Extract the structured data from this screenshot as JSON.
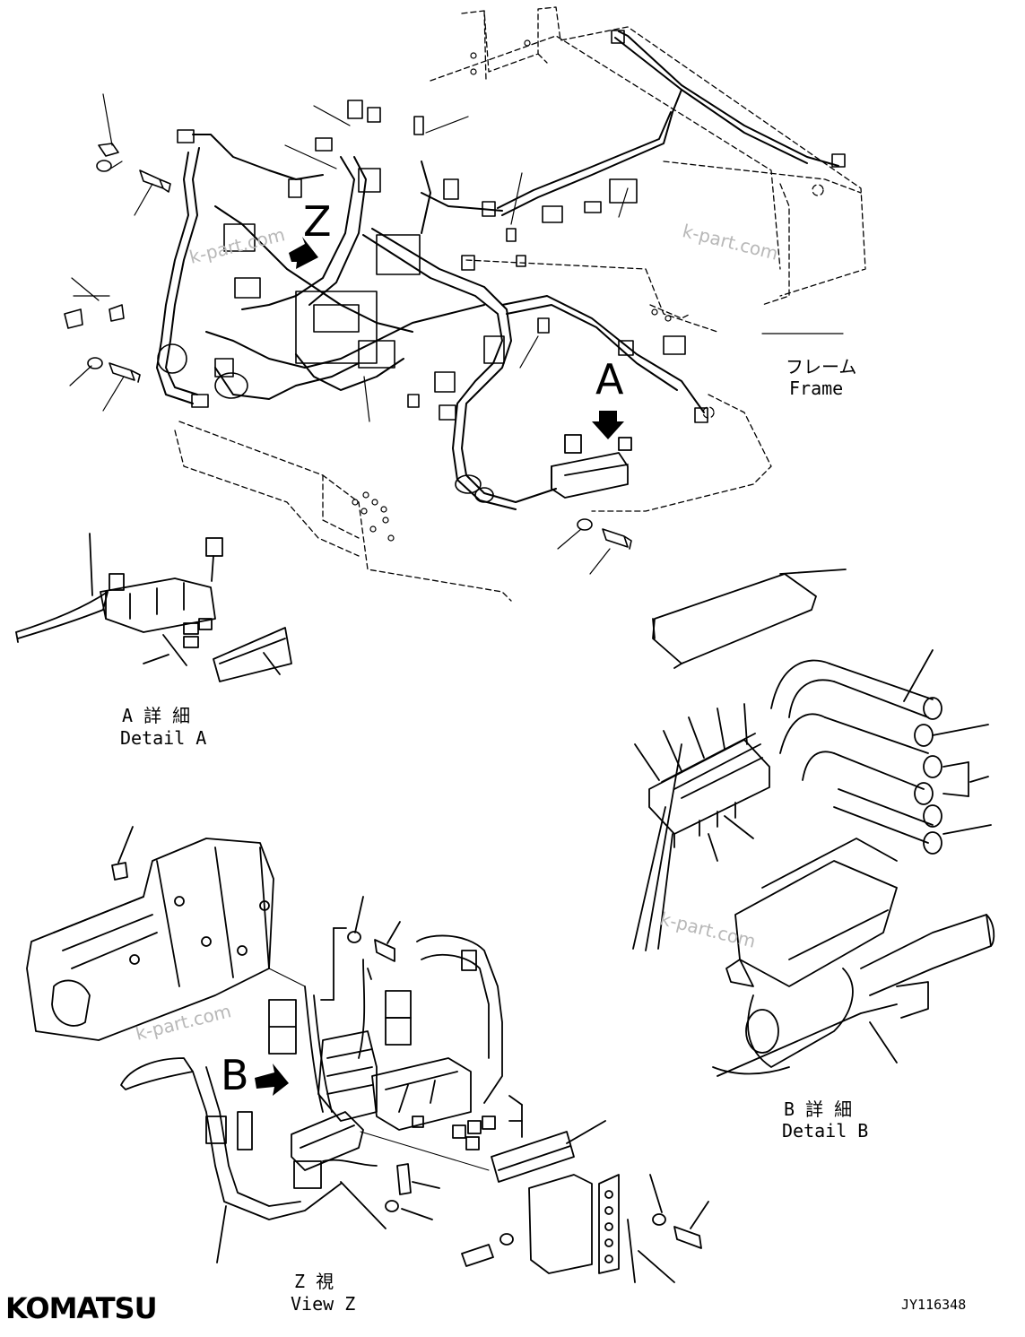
{
  "callouts": {
    "frame_jp": "フレーム",
    "frame_en": "Frame",
    "detail_a_jp": "A 詳 細",
    "detail_a_en": "Detail A",
    "detail_b_jp": "B 詳 細",
    "detail_b_en": "Detail B",
    "view_z_jp": "Z  視",
    "view_z_en": "View Z"
  },
  "view_letters": {
    "z": "Z",
    "a": "A",
    "b": "B"
  },
  "watermarks": [
    "k-part.com",
    "k-part.com",
    "k-part.com",
    "k-part.com"
  ],
  "brand": "KOMATSU",
  "drawing_code": "JY116348",
  "icons": [
    "arrow-z-icon",
    "arrow-a-icon",
    "arrow-b-icon"
  ]
}
